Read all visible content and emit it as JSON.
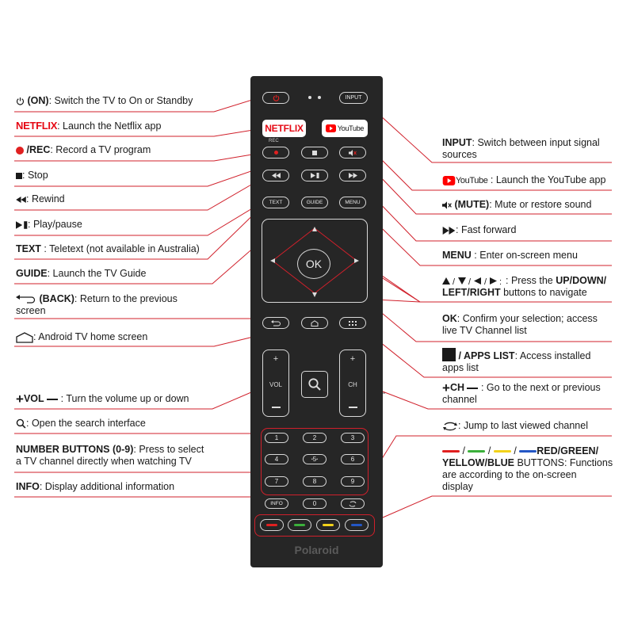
{
  "remote": {
    "brand": "Polaroid",
    "netflix_label": "NETFLIX",
    "youtube_label": "YouTube",
    "rec_label": "REC",
    "input_label": "INPUT",
    "text_label": "TEXT",
    "guide_label": "GUIDE",
    "menu_label": "MENU",
    "ok_label": "OK",
    "vol_label": "VOL",
    "ch_label": "CH",
    "info_label": "INFO",
    "numbers": [
      "1",
      "2",
      "3",
      "4",
      "5",
      "6",
      "7",
      "8",
      "9",
      "0"
    ],
    "color_buttons": [
      "#e02020",
      "#3bb03b",
      "#f2d21a",
      "#2457c5"
    ]
  },
  "left_labels": {
    "on_bold": "(ON)",
    "on_text": ": Switch the TV to On or Standby",
    "netflix_text": ": Launch the Netflix app",
    "netflix_logo": "NETFLIX",
    "rec_bold": "/REC",
    "rec_text": ": Record a TV  program",
    "stop_text": ": Stop",
    "rewind_text": ": Rewind",
    "play_text": ": Play/pause",
    "text_bold": "TEXT",
    "text_text": " : Teletext (not available in Australia)",
    "guide_bold": "GUIDE",
    "guide_text": ": Launch the TV Guide",
    "back_bold": "(BACK)",
    "back_text": ": Return to the previous",
    "back_text2": "screen",
    "home_text": ": Android TV home screen",
    "vol_bold": "VOL",
    "vol_text": " : Turn the volume up or down",
    "search_text": ": Open the search interface",
    "numbers_bold": "NUMBER BUTTONS (0-9)",
    "numbers_text": ": Press to select",
    "numbers_text2": "a TV channel directly when watching TV",
    "info_bold": "INFO",
    "info_text": ": Display additional information"
  },
  "right_labels": {
    "input_bold": "INPUT",
    "input_text": ": Switch between input signal",
    "input_text2": "sources",
    "youtube_logo": "YouTube",
    "youtube_text": " : Launch the YouTube app",
    "mute_bold": "(MUTE)",
    "mute_text": ": Mute or restore sound",
    "ff_text": ": Fast forward",
    "menu_bold": "MENU",
    "menu_text": " : Enter on-screen menu",
    "nav_text": ": Press the ",
    "nav_bold": "UP/DOWN/",
    "nav_bold2": "LEFT/RIGHT",
    "nav_text2": " buttons to navigate",
    "ok_bold": "OK",
    "ok_text": ": Confirm your selection; access",
    "ok_text2": "live TV Channel list",
    "apps_bold": " / APPS LIST",
    "apps_text": ": Access installed",
    "apps_text2": "apps list",
    "ch_bold": "CH",
    "ch_text": " : Go to the next or previous",
    "ch_text2": "channel",
    "last_text": ": Jump to last viewed channel",
    "color_bold": "RED/GREEN/",
    "color_bold2": "YELLOW/BLUE",
    "color_text": " BUTTONS: Functions",
    "color_text2": "are according to the on-screen",
    "color_text3": "display"
  },
  "colors": {
    "accent": "#d0202b",
    "remote_body": "#262626",
    "netflix": "#e50914",
    "youtube": "#ff0000"
  }
}
